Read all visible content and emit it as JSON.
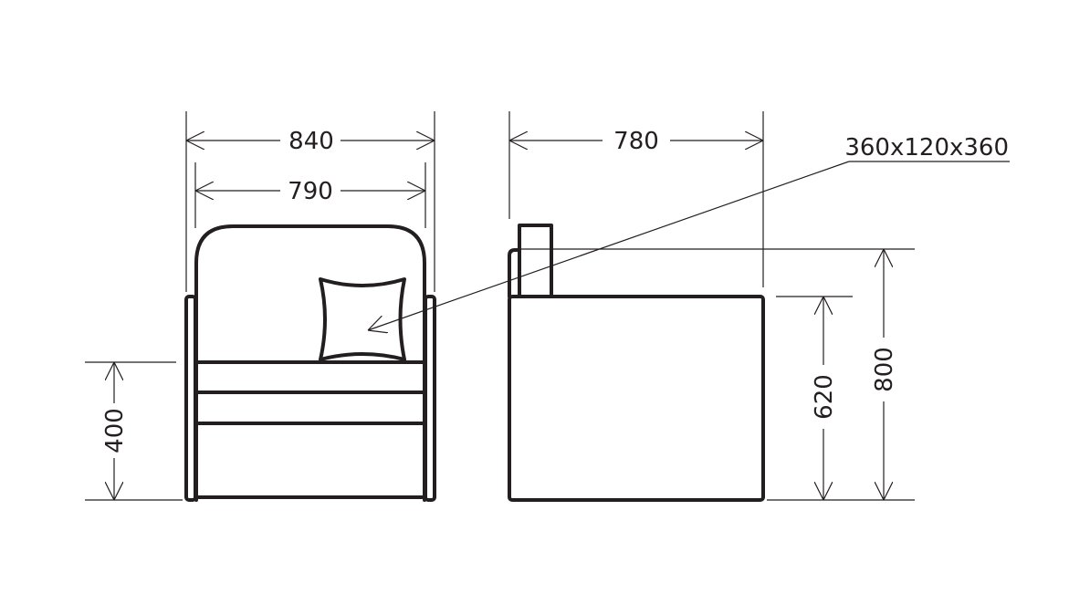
{
  "dimensions": {
    "front_overall_width": "840",
    "front_seat_width": "790",
    "front_seat_height": "400",
    "side_depth": "780",
    "side_seat_height": "620",
    "side_overall_height": "800",
    "pillow_size": "360x120x360"
  },
  "colors": {
    "line": "#231f20",
    "background": "#ffffff"
  }
}
